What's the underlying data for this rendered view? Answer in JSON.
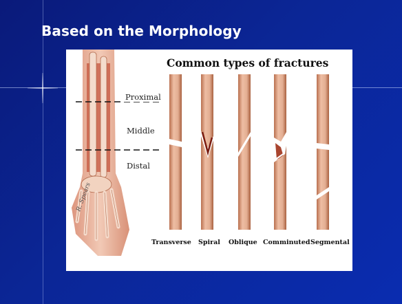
{
  "slide": {
    "title": "Based on the Morphology"
  },
  "figure": {
    "title": "Common types of fractures",
    "zones": [
      "Proximal",
      "Middle",
      "Distal"
    ],
    "fracture_types": [
      "Transverse",
      "Spiral",
      "Oblique",
      "Comminuted",
      "Segmental"
    ],
    "signature": "R. Spears"
  },
  "colors": {
    "background": "#0b2696",
    "title_text": "#ffffff",
    "bone": "#e3ae92",
    "bone_shadow": "#b9704f",
    "muscle": "#c6553f"
  }
}
